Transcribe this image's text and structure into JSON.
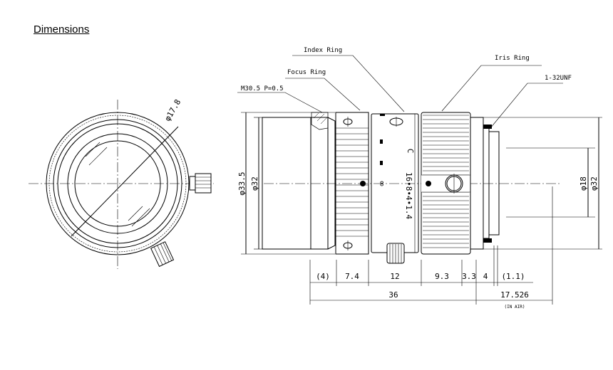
{
  "title": "Dimensions",
  "labels": {
    "index_ring": "Index Ring",
    "focus_ring": "Focus Ring",
    "iris_ring": "Iris Ring",
    "filter_thread": "M30.5 P=0.5",
    "mount_thread": "1-32UNF",
    "front_diameter": "φ17.8",
    "lens_marking_mount": "C",
    "lens_marking_fstops": "16•8•4•1.4",
    "infinity": "∞"
  },
  "dimensions": {
    "outer_diameter": "φ33.5",
    "body_diameter": "φ32",
    "mount_inner_diameter": "φ18",
    "mount_outer_diameter": "φ32",
    "segments": [
      "(4)",
      "7.4",
      "12",
      "9.3",
      "3.3",
      "4",
      "(1.1)"
    ],
    "total_length": "36",
    "flange_back": "17.526",
    "flange_back_note": "(IN AIR)"
  }
}
